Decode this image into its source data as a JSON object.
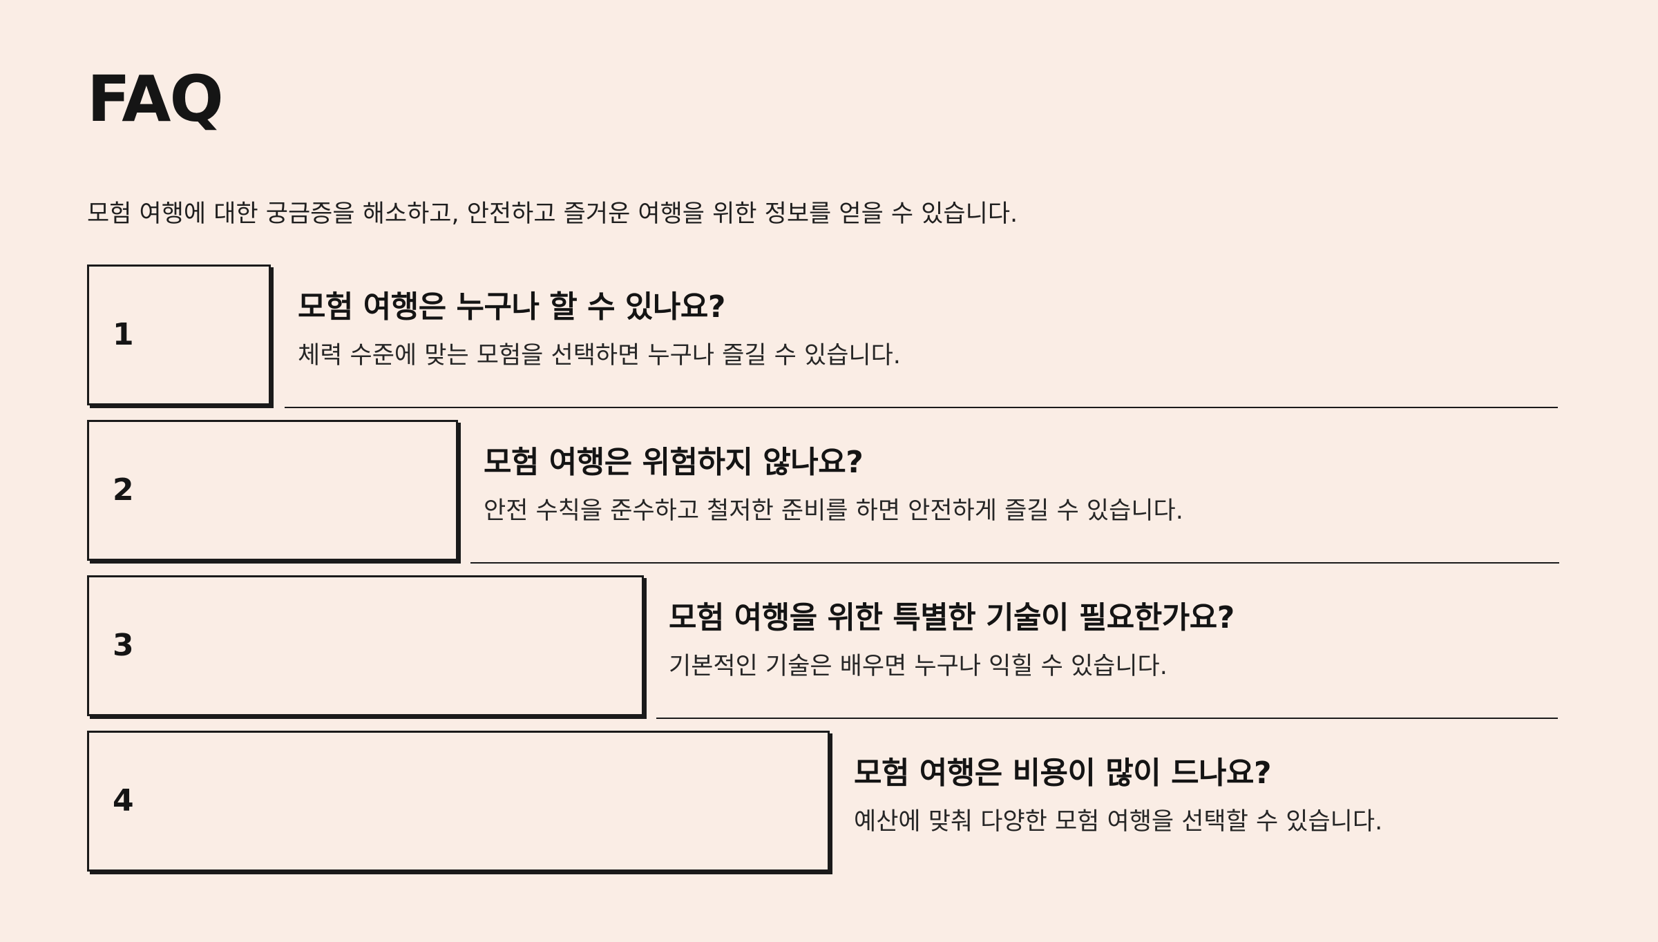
{
  "header": {
    "title": "FAQ",
    "subtitle": "모험 여행에 대한 궁금증을 해소하고, 안전하고 즐거운 여행을 위한 정보를 얻을 수 있습니다."
  },
  "faq": [
    {
      "number": "1",
      "question": "모험 여행은 누구나 할 수 있나요?",
      "answer": "체력 수준에 맞는 모험을 선택하면 누구나 즐길 수 있습니다."
    },
    {
      "number": "2",
      "question": "모험 여행은 위험하지 않나요?",
      "answer": "안전 수칙을 준수하고 철저한 준비를 하면 안전하게 즐길 수 있습니다."
    },
    {
      "number": "3",
      "question": "모험 여행을 위한 특별한 기술이 필요한가요?",
      "answer": "기본적인 기술은 배우면 누구나 익힐 수 있습니다."
    },
    {
      "number": "4",
      "question": "모험 여행은 비용이 많이 드나요?",
      "answer": "예산에 맞춰 다양한 모험 여행을 선택할 수 있습니다."
    }
  ],
  "colors": {
    "background": "#faede5",
    "ink": "#1a1a1a"
  }
}
